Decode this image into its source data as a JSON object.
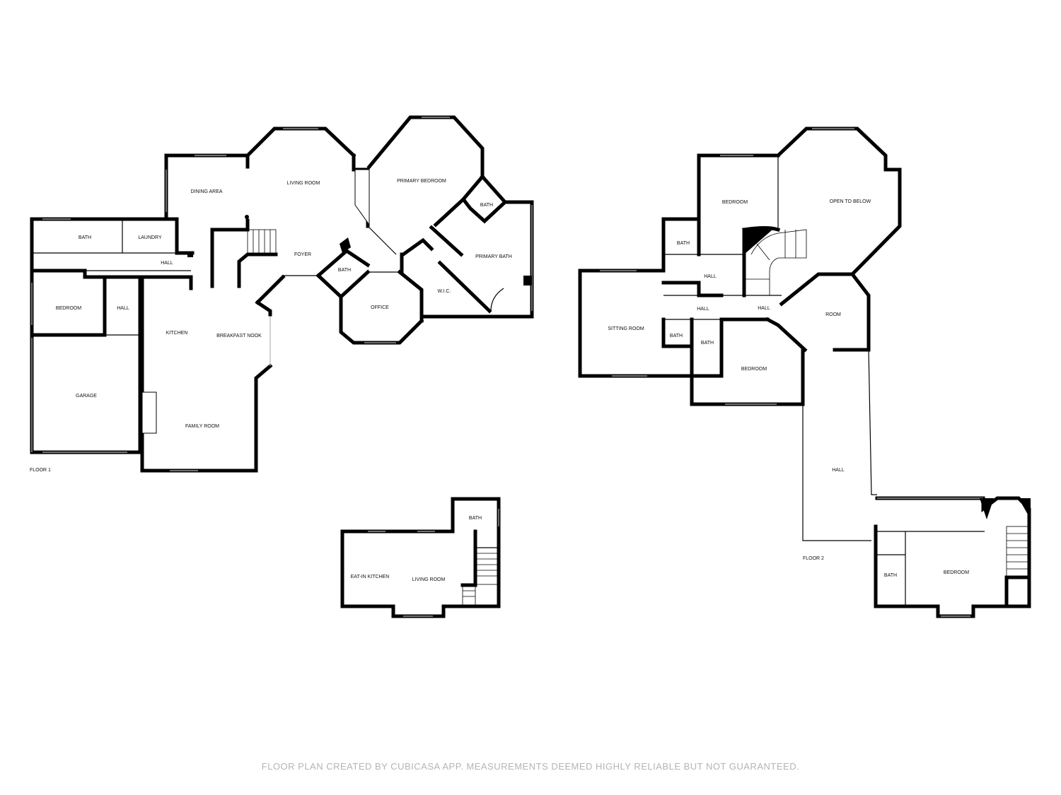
{
  "floor1": {
    "label": "FLOOR 1",
    "rooms": {
      "bath_top": "BATH",
      "laundry": "LAUNDRY",
      "hall_top": "HALL",
      "bedroom": "BEDROOM",
      "hall_small": "HALL",
      "garage": "GARAGE",
      "dining_area": "DINING AREA",
      "living_room": "LIVING ROOM",
      "foyer": "FOYER",
      "kitchen": "KITCHEN",
      "breakfast_nook": "BREAKFAST NOOK",
      "family_room": "FAMILY ROOM",
      "bath_mid": "BATH",
      "office": "OFFICE",
      "primary_bedroom": "PRIMARY BEDROOM",
      "bath_primary": "BATH",
      "primary_bath": "PRIMARY BATH",
      "wic": "W.I.C."
    }
  },
  "annex": {
    "rooms": {
      "bath": "BATH",
      "eat_in_kitchen": "EAT-IN KITCHEN",
      "living_room": "LIVING ROOM"
    }
  },
  "floor2": {
    "label": "FLOOR 2",
    "rooms": {
      "bedroom_top": "BEDROOM",
      "open_to_below": "OPEN TO BELOW",
      "bath_a": "BATH",
      "hall_a": "HALL",
      "hall_b": "HALL",
      "hall_c": "HALL",
      "room": "ROOM",
      "sitting_room": "SITTING ROOM",
      "bath_b": "BATH",
      "bath_c": "BATH",
      "bedroom_mid": "BEDROOM",
      "hall_long": "HALL",
      "bath_d": "BATH",
      "bedroom_right": "BEDROOM"
    }
  },
  "footer": "FLOOR PLAN CREATED BY CUBICASA APP. MEASUREMENTS DEEMED HIGHLY RELIABLE BUT NOT GUARANTEED."
}
